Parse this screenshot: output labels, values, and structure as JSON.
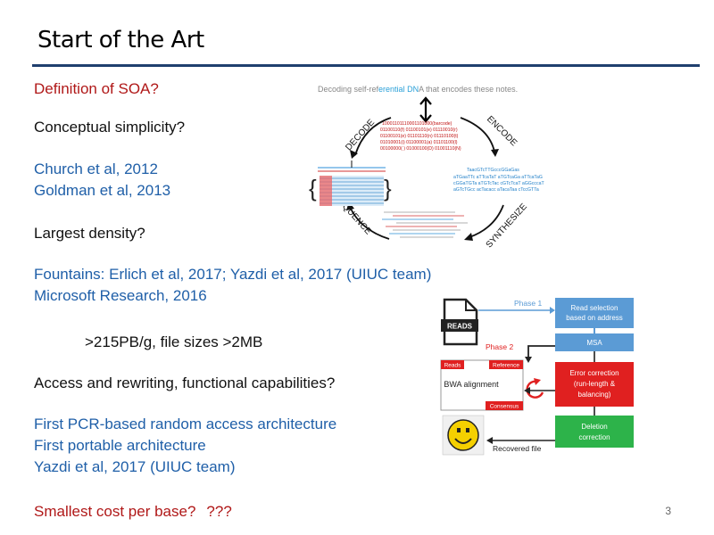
{
  "slide": {
    "title": "Start of the Art",
    "page_number": "3",
    "lines": {
      "soa": "Definition of SOA?",
      "simplicity": "Conceptual simplicity?",
      "church": "Church et al, 2012",
      "goldman": "Goldman et al, 2013",
      "density": "Largest density?",
      "fountains": "Fountains: Erlich et al, 2017; Yazdi et al, 2017 (UIUC team)",
      "microsoft": "Microsoft Research, 2016",
      "pbg": ">215PB/g, file sizes >2MB",
      "access": "Access and rewriting, functional capabilities?",
      "pcr": "First PCR-based random access architecture",
      "portable": "First portable architecture",
      "yazdi": "Yazdi et al, 2017 (UIUC team)",
      "cost": "Smallest cost per base?",
      "qmarks": "???"
    }
  },
  "figure_dna": {
    "caption_a": "Decoding self-ref",
    "caption_b": "erential DN",
    "caption_c": "A that encodes these notes.",
    "decode": "DECODE",
    "encode": "ENCODE",
    "sequence": "SEQUENCE",
    "synthesize": "SYNTHESIZE",
    "binary_lines": [
      "10001101110001101000(barcode)",
      "01100110(f) 01100101(e) 01110010(r)",
      "01100101(e) 01101110(n) 01110100(t)",
      "01010001(i) 01100001(a) 01101100(l)",
      "00100000( ) 01000100(D) 01001110(N)"
    ],
    "seq_lines": [
      "TaacGTcTTGcccGGaGas",
      "aTGaaTTc aTTcaTaT aTGTcaGa aTTcaTaG",
      "cGGaTGTa aTGTcTac cGTcTcaT aGGcccaT",
      "aGTcTGcc acTacacc aTacaTaa cTccGTTa"
    ]
  },
  "figure_flow": {
    "phase1": "Phase 1",
    "phase2": "Phase 2",
    "reads": "READS",
    "read_selection_1": "Read selection",
    "read_selection_2": "based on address",
    "msa": "MSA",
    "reads_label": "Reads",
    "reference_label": "Reference",
    "bwa": "BWA alignment",
    "consensus": "Consensus",
    "error_1": "Error correction",
    "error_2": "(run-length &",
    "error_3": "balancing)",
    "deletion_1": "Deletion",
    "deletion_2": "correction",
    "recovered": "Recovered file",
    "colors": {
      "blue": "#5b9bd5",
      "red": "#e02020",
      "green": "#2db34a",
      "yellow": "#f5d000"
    }
  }
}
